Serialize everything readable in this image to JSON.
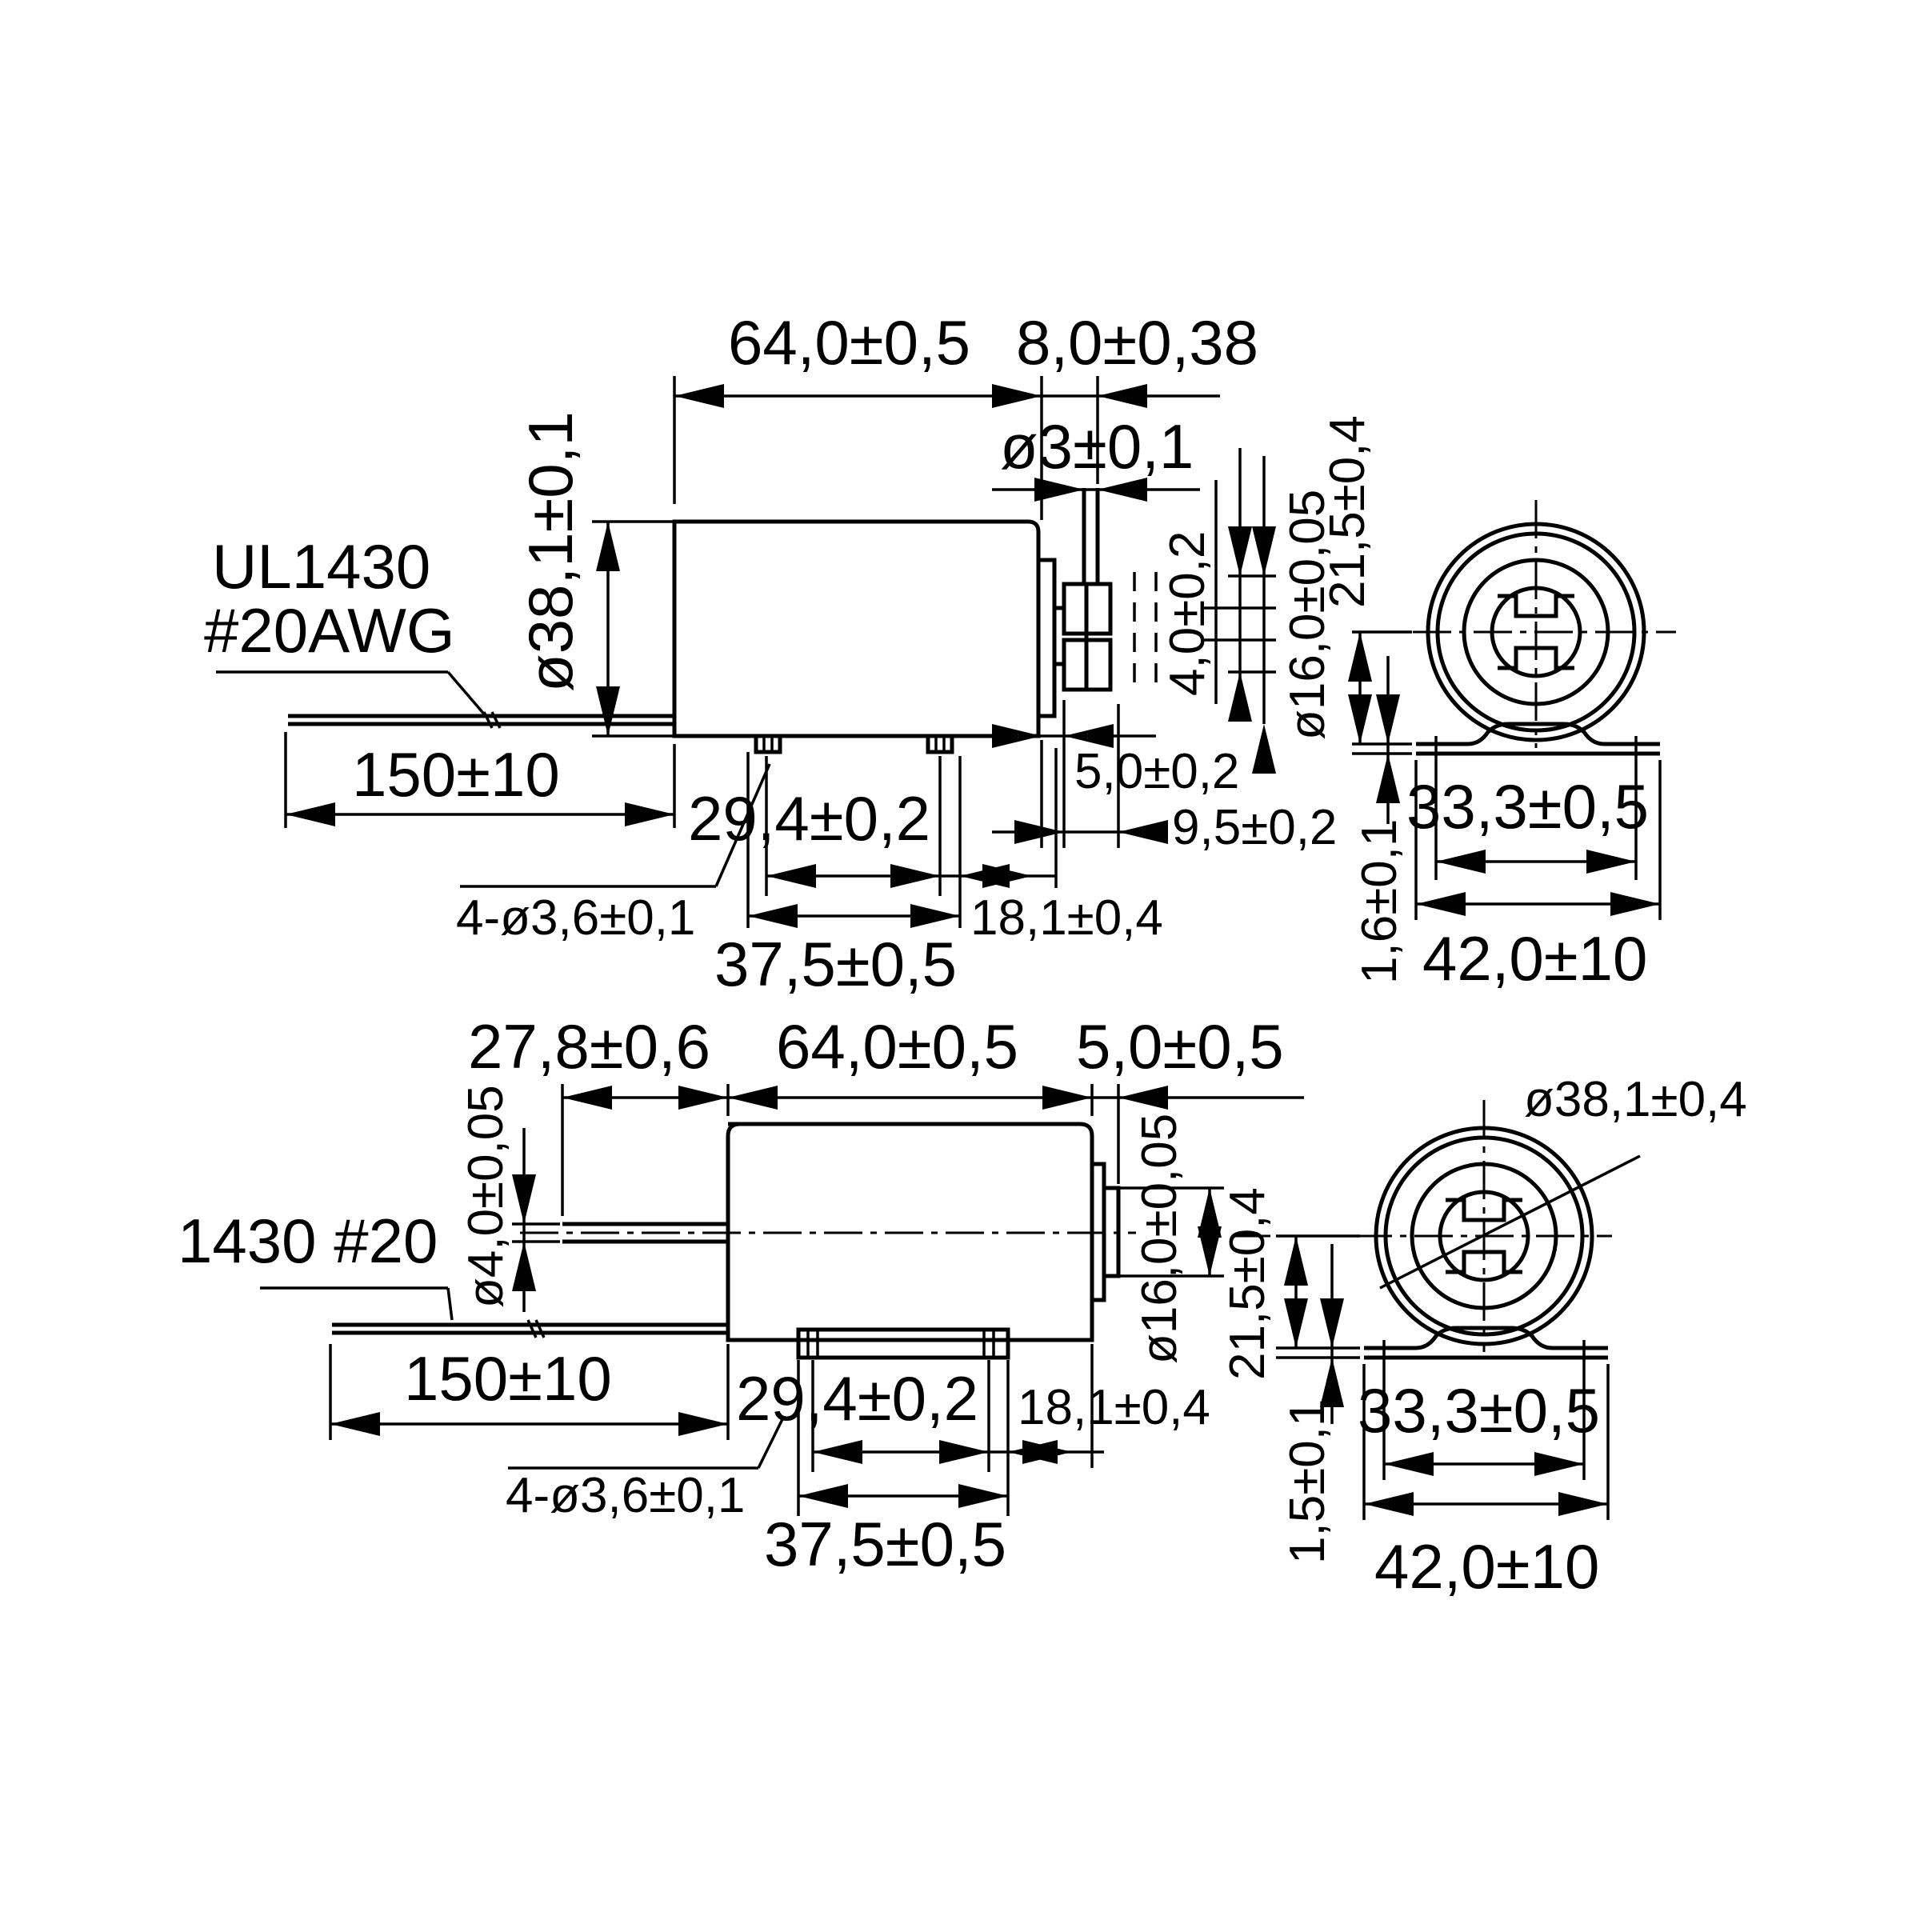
{
  "top_view": {
    "length": "64,0±0,5",
    "shaft_length": "8,0±0,38",
    "shaft_diameter": "ø3±0,1",
    "body_diameter": "ø38,1±0,1",
    "wire_spec_line1": "UL1430",
    "wire_spec_line2": "#20AWG",
    "wire_length": "150±10",
    "hole_spacing": "29,4±0,2",
    "hole_spec": "4-ø3,6±0,1",
    "foot_length": "37,5±0,5",
    "foot_offset": "18,1±0,4",
    "flange_thickness": "5,0±0,2",
    "flange_offset": "9,5±0,2",
    "plunger_width": "4,0±0,2",
    "boss_diameter": "ø16,0±0,05",
    "center_height": "21,5±0,4",
    "foot_thickness": "1,6±0,1",
    "foot_hole_spacing": "33,3±0,5",
    "foot_width": "42,0±10"
  },
  "bottom_view": {
    "rear_shaft_length": "27,8±0,6",
    "length": "64,0±0,5",
    "front_length": "5,0±0,5",
    "shaft_diameter": "ø4,0±0,05",
    "wire_spec": "1430 #20",
    "wire_length": "150±10",
    "hole_spacing": "29,4±0,2",
    "hole_spec": "4-ø3,6±0,1",
    "foot_length": "37,5±0,5",
    "foot_offset": "18,1±0,4",
    "boss_diameter": "ø16,0±0,05",
    "body_diameter": "ø38,1±0,4",
    "center_height": "21,5±0,4",
    "foot_thickness": "1,5±0,1",
    "foot_hole_spacing": "33,3±0,5",
    "foot_width": "42,0±10"
  }
}
